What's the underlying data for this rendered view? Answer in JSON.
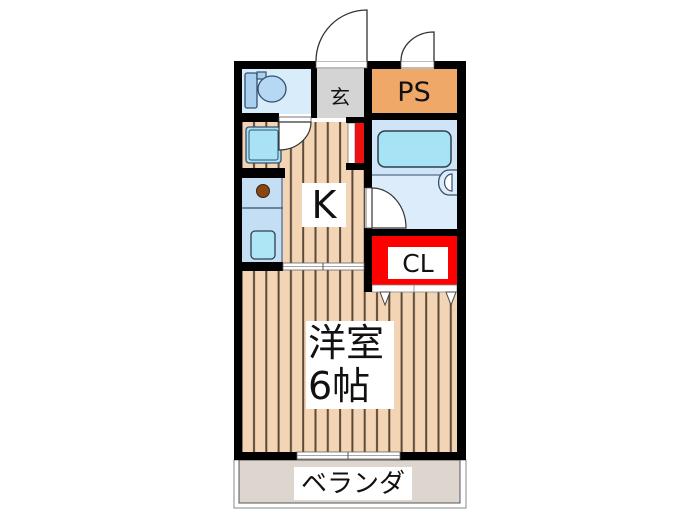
{
  "floorplan": {
    "rooms": {
      "genkan": {
        "label": "玄"
      },
      "pipe_space": {
        "label": "PS"
      },
      "kitchen": {
        "label": "K"
      },
      "closet": {
        "label": "CL"
      },
      "western_room": {
        "label_line1": "洋室",
        "label_line2": "6帖"
      },
      "veranda": {
        "label": "ベランダ"
      }
    },
    "fixtures": [
      "toilet-icon",
      "washbasin-icon",
      "stove-icon",
      "kitchen-sink-icon",
      "bathtub-icon",
      "shoe-cabinet-icon"
    ],
    "colors": {
      "wall": "#000000",
      "wood_floor": "#f3d5b5",
      "floor_stripe": "#5c4a38",
      "wet_area": "#d8eaf9",
      "genkan": "#d4d4d4",
      "pipe_space": "#f0a868",
      "closet": "#ff0000",
      "veranda": "#ddd6cf"
    }
  }
}
